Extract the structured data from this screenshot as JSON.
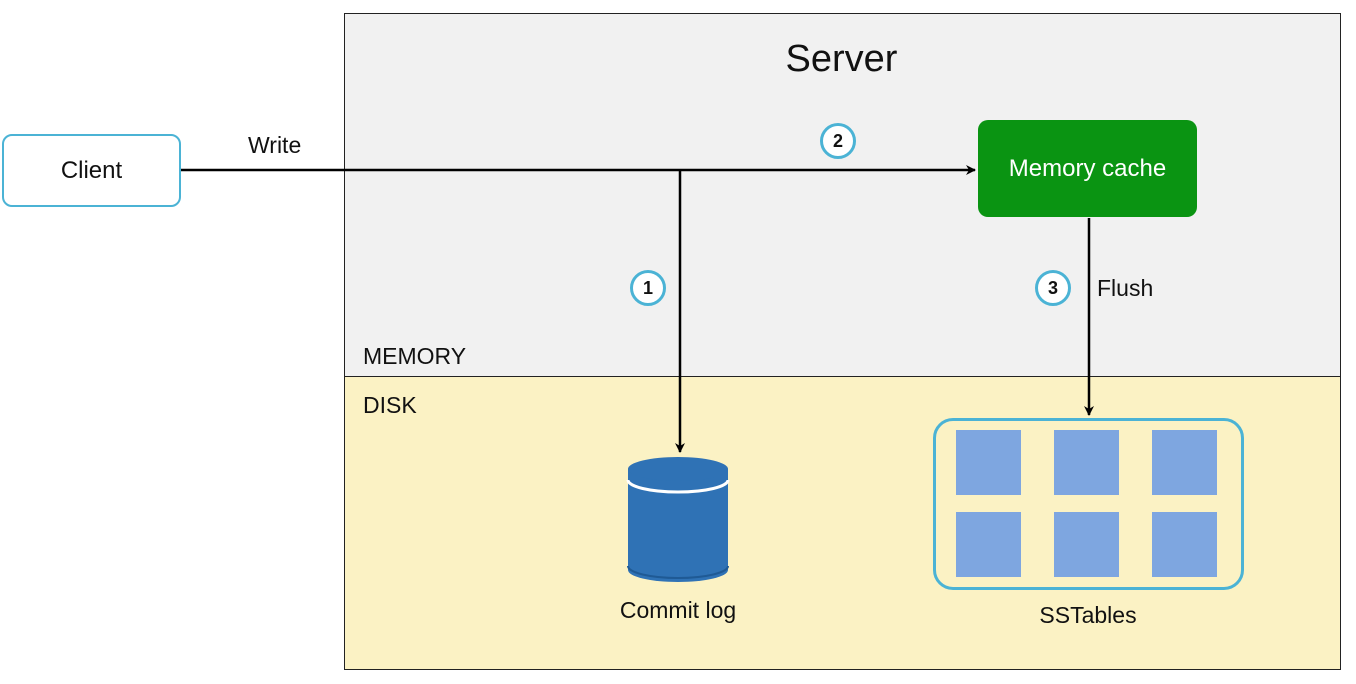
{
  "server": {
    "title": "Server",
    "memory_label": "MEMORY",
    "disk_label": "DISK"
  },
  "client": {
    "label": "Client"
  },
  "edges": {
    "write_label": "Write",
    "flush_label": "Flush"
  },
  "memory_cache": {
    "label": "Memory cache"
  },
  "steps": [
    "1",
    "2",
    "3"
  ],
  "commit_log": {
    "label": "Commit log"
  },
  "sstables": {
    "label": "SSTables",
    "block_count": 6
  },
  "colors": {
    "memory_bg": "#f1f1f1",
    "disk_bg": "#fbf2c4",
    "accent": "#4bb3d5",
    "cache_green": "#0a9412",
    "sstable_blue": "#7ea6e0",
    "db_blue": "#2f72b5"
  },
  "icons": {
    "commit_log": "database-cylinder-icon"
  }
}
